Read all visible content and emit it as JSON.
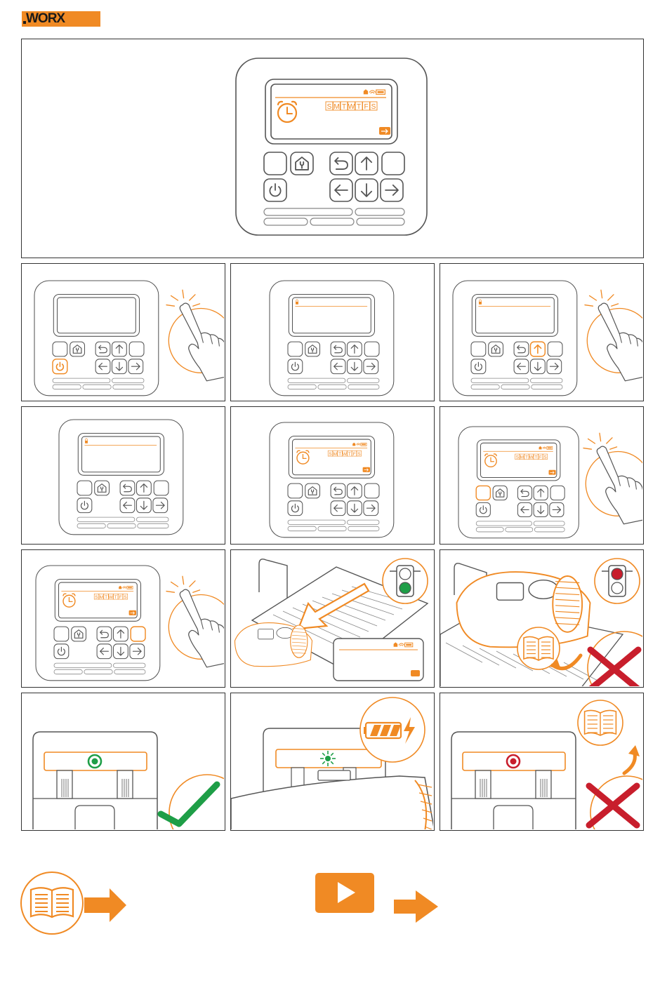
{
  "brand": {
    "logo_text": "WORX",
    "colors": {
      "accent": "#f08a24",
      "outline": "#555555",
      "light_grey": "#888888",
      "green": "#1e9e47",
      "red": "#c81e2c",
      "text_dark": "#1a1a1a"
    }
  },
  "display": {
    "weekday_letters": [
      "S",
      "M",
      "T",
      "W",
      "T",
      "F",
      "S"
    ]
  },
  "icons": {
    "keypad": [
      "blank-key",
      "home-key",
      "back-key",
      "up-key",
      "blank-key",
      "power-key",
      "left-key",
      "down-key",
      "right-key"
    ],
    "status_bar": [
      "home-icon",
      "wifi-icon",
      "battery-icon"
    ],
    "screen": [
      "lock-icon",
      "alarm-clock-icon",
      "enter-icon"
    ],
    "steps": [
      "tap-hand-icon",
      "traffic-light-green-icon",
      "traffic-light-red-icon",
      "open-book-icon",
      "red-cross-icon",
      "green-check-icon",
      "charging-battery-icon",
      "play-video-icon",
      "arrow-right-icon"
    ]
  },
  "steps": [
    {
      "id": "step-1",
      "active_key": "power",
      "screen": "blank",
      "hand": true
    },
    {
      "id": "step-2",
      "active_key": "none",
      "screen": "lock",
      "hand": false
    },
    {
      "id": "step-3",
      "active_key": "up",
      "screen": "lock",
      "hand": true
    },
    {
      "id": "step-4",
      "active_key": "none",
      "screen": "lock",
      "hand": false
    },
    {
      "id": "step-5",
      "active_key": "none",
      "screen": "schedule",
      "hand": false
    },
    {
      "id": "step-6",
      "active_key": "blank-left",
      "screen": "schedule",
      "hand": true
    },
    {
      "id": "step-7",
      "active_key": "blank-right",
      "screen": "schedule",
      "hand": true
    },
    {
      "id": "step-8",
      "scene": "mower-leaving-dock",
      "traffic_light": "green"
    },
    {
      "id": "step-9",
      "scene": "mower-on-dock",
      "traffic_light": "red",
      "result": "cross"
    },
    {
      "id": "step-10",
      "scene": "dock-led",
      "led": "green",
      "result": "check"
    },
    {
      "id": "step-11",
      "scene": "dock-charging",
      "led": "green-flash"
    },
    {
      "id": "step-12",
      "scene": "dock-led",
      "led": "red",
      "result": "cross"
    }
  ]
}
